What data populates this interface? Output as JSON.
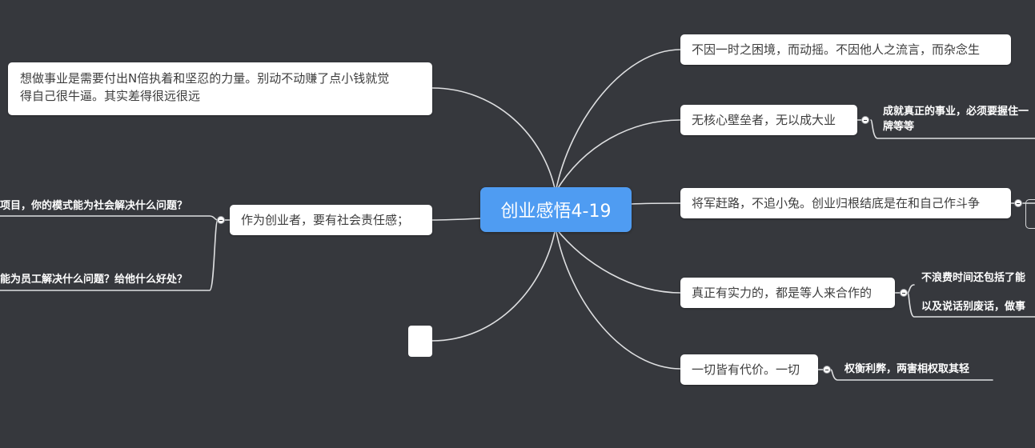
{
  "root": {
    "label": "创业感悟4-19"
  },
  "left_branches": [
    {
      "label_lines": [
        "想做事业是需要付出N倍执着和坚忍的力量。别动不动赚了点小钱就觉",
        "得自己很牛逼。其实差得很远很远"
      ]
    },
    {
      "label": "作为创业者，要有社会责任感；",
      "children": [
        "项目，你的模式能为社会解决什么问题？",
        "能为员工解决什么问题？给他什么好处？"
      ]
    },
    {
      "label": ""
    }
  ],
  "right_branches": [
    {
      "label": "不因一时之困境，而动摇。不因他人之流言，而杂念生"
    },
    {
      "label": "无核心壁垒者，无以成大业",
      "children_lines": [
        "成就真正的事业，必须要握住一",
        "牌等等"
      ]
    },
    {
      "label": "将军赶路，不追小兔。创业归根结底是在和自己作斗争"
    },
    {
      "label": "真正有实力的，都是等人来合作的",
      "children": [
        "不浪费时间还包括了能",
        "以及说话别废话，做事"
      ]
    },
    {
      "label": "一切皆有代价。一切",
      "children": [
        "权衡利弊，两害相权取其轻"
      ]
    }
  ]
}
